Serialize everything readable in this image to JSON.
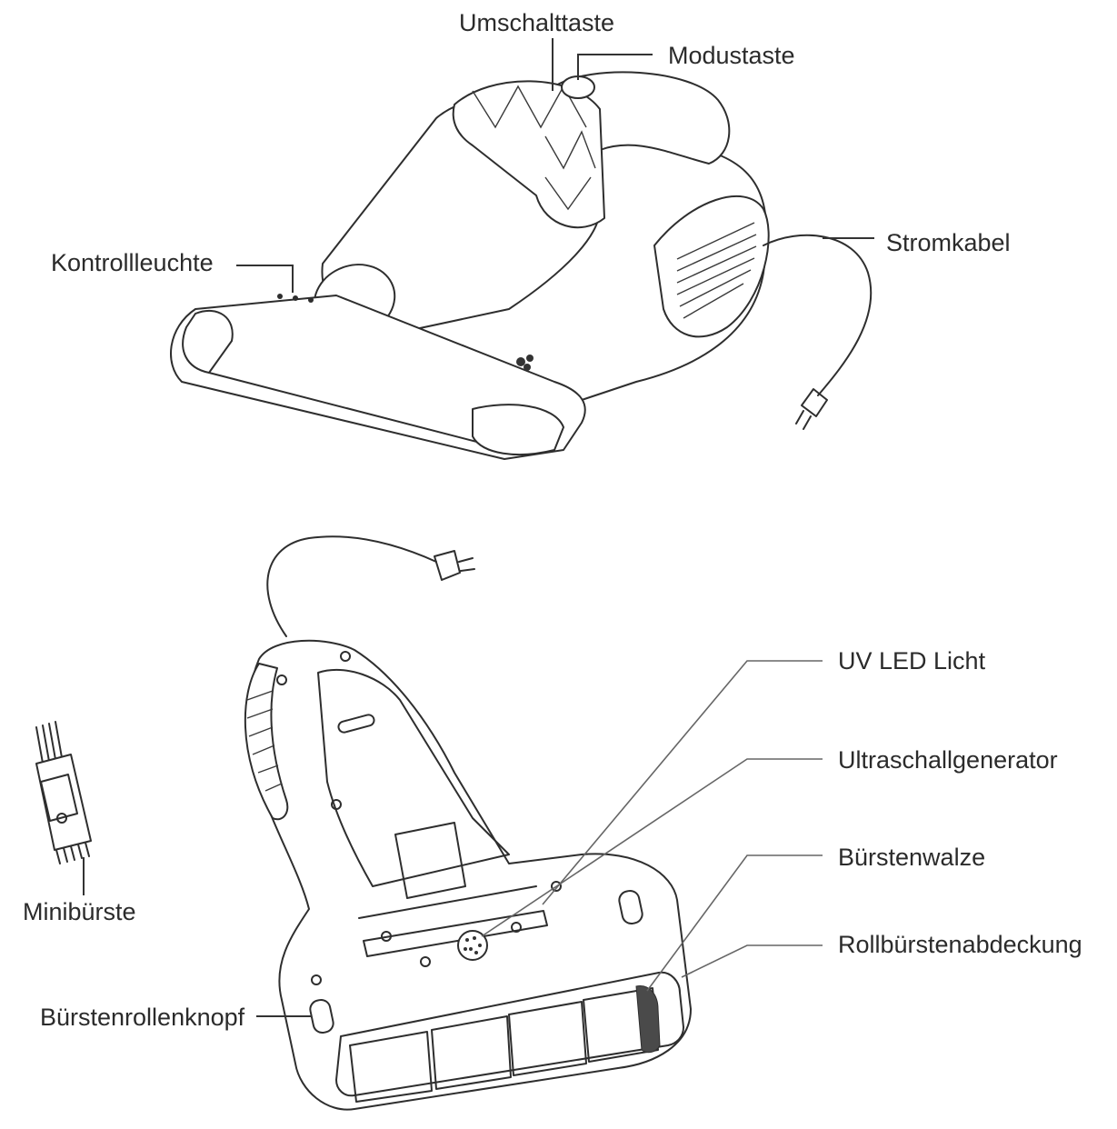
{
  "labels": {
    "umschalttaste": "Umschalttaste",
    "modustaste": "Modustaste",
    "kontrollleuchte": "Kontrollleuchte",
    "stromkabel": "Stromkabel",
    "uv_led": "UV LED Licht",
    "ultraschall": "Ultraschallgenerator",
    "buerstenwalze": "Bürstenwalze",
    "rollbuerstenabdeckung": "Rollbürstenabdeckung",
    "minibuerste": "Minibürste",
    "buerstenrollenknopf": "Bürstenrollenknopf"
  },
  "colors": {
    "ink": "#2e2e2e",
    "text": "#2b2b2b",
    "background": "#ffffff"
  }
}
